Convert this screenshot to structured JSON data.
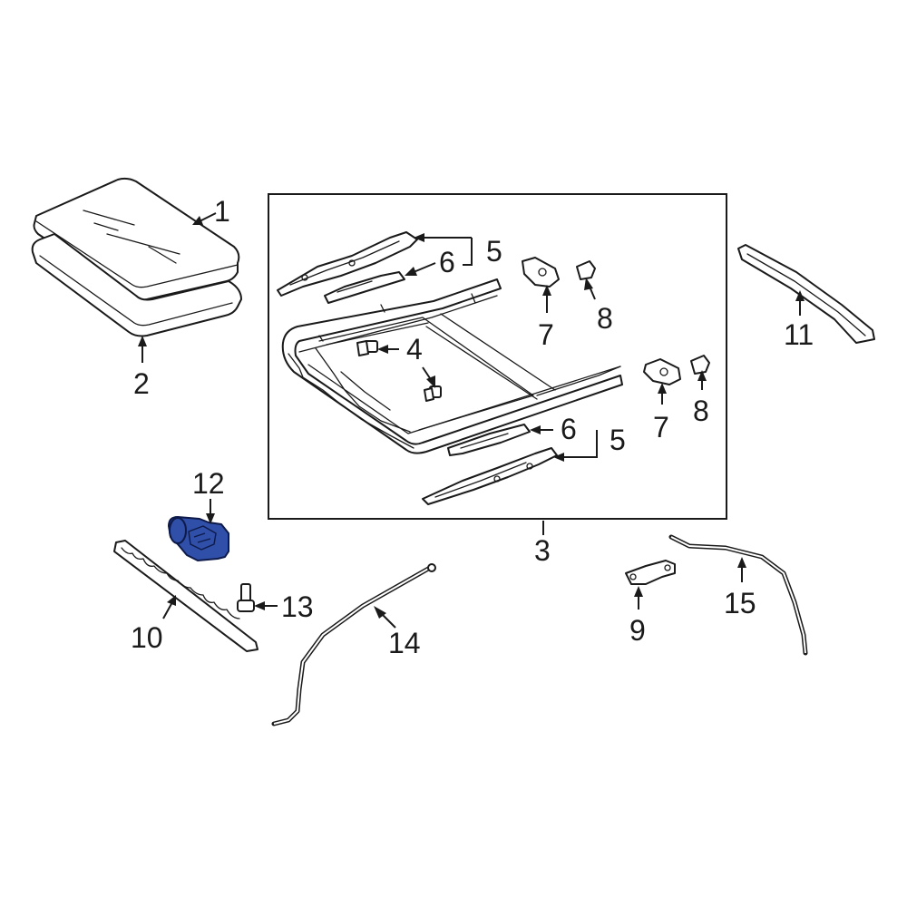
{
  "diagram": {
    "highlight_color": "#2f4fa8",
    "highlighted_part": "12",
    "callouts": {
      "c1": "1",
      "c2": "2",
      "c3": "3",
      "c4": "4",
      "c5a": "5",
      "c5b": "5",
      "c6a": "6",
      "c6b": "6",
      "c7a": "7",
      "c7b": "7",
      "c8a": "8",
      "c8b": "8",
      "c9": "9",
      "c10": "10",
      "c11": "11",
      "c12": "12",
      "c13": "13",
      "c14": "14",
      "c15": "15"
    }
  }
}
